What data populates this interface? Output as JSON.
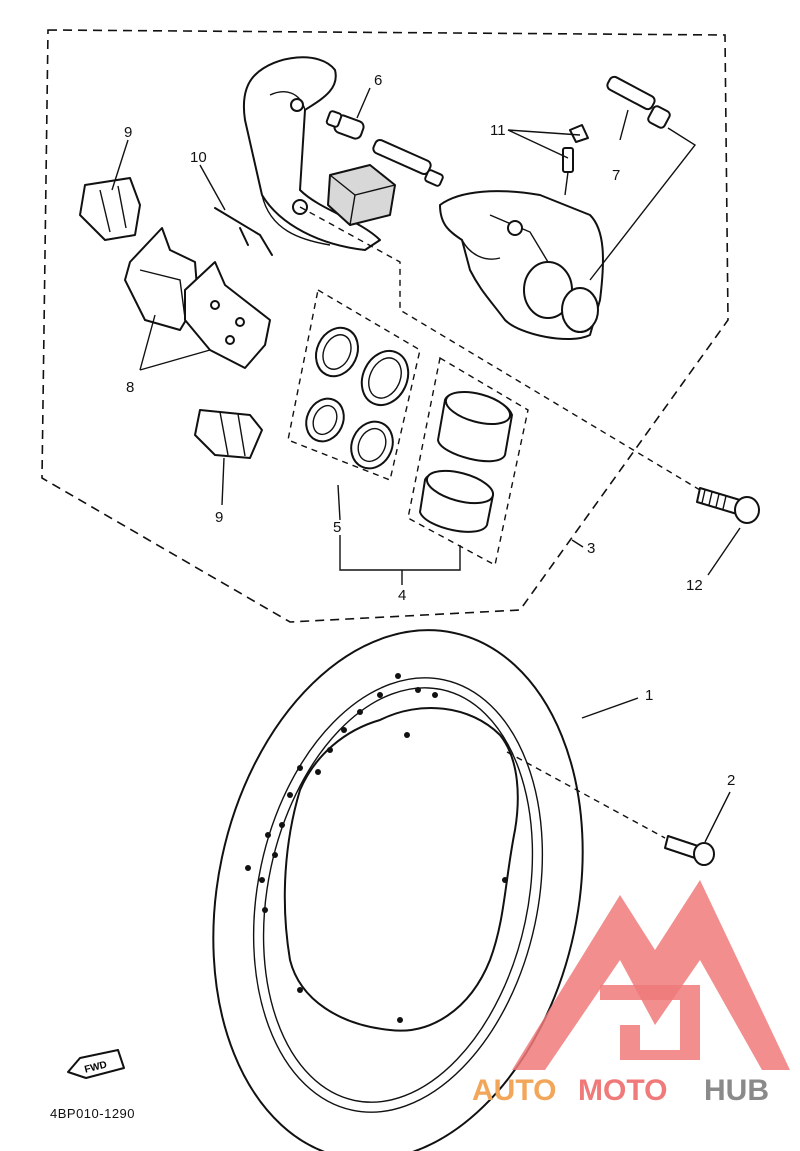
{
  "callouts": {
    "c1": "1",
    "c2": "2",
    "c3": "3",
    "c4": "4",
    "c5": "5",
    "c6": "6",
    "c7": "7",
    "c8": "8",
    "c9a": "9",
    "c9b": "9",
    "c10": "10",
    "c11": "11",
    "c12": "12"
  },
  "fwd_label": "FWD",
  "diagram_code": "4BP010-1290",
  "watermark": {
    "text_part1": "AUTO",
    "text_part2": "MOTO",
    "text_part3": "HUB",
    "colors": {
      "orange": "#f2a65a",
      "red": "#f07a7a",
      "gray": "#8a8a8a"
    }
  }
}
